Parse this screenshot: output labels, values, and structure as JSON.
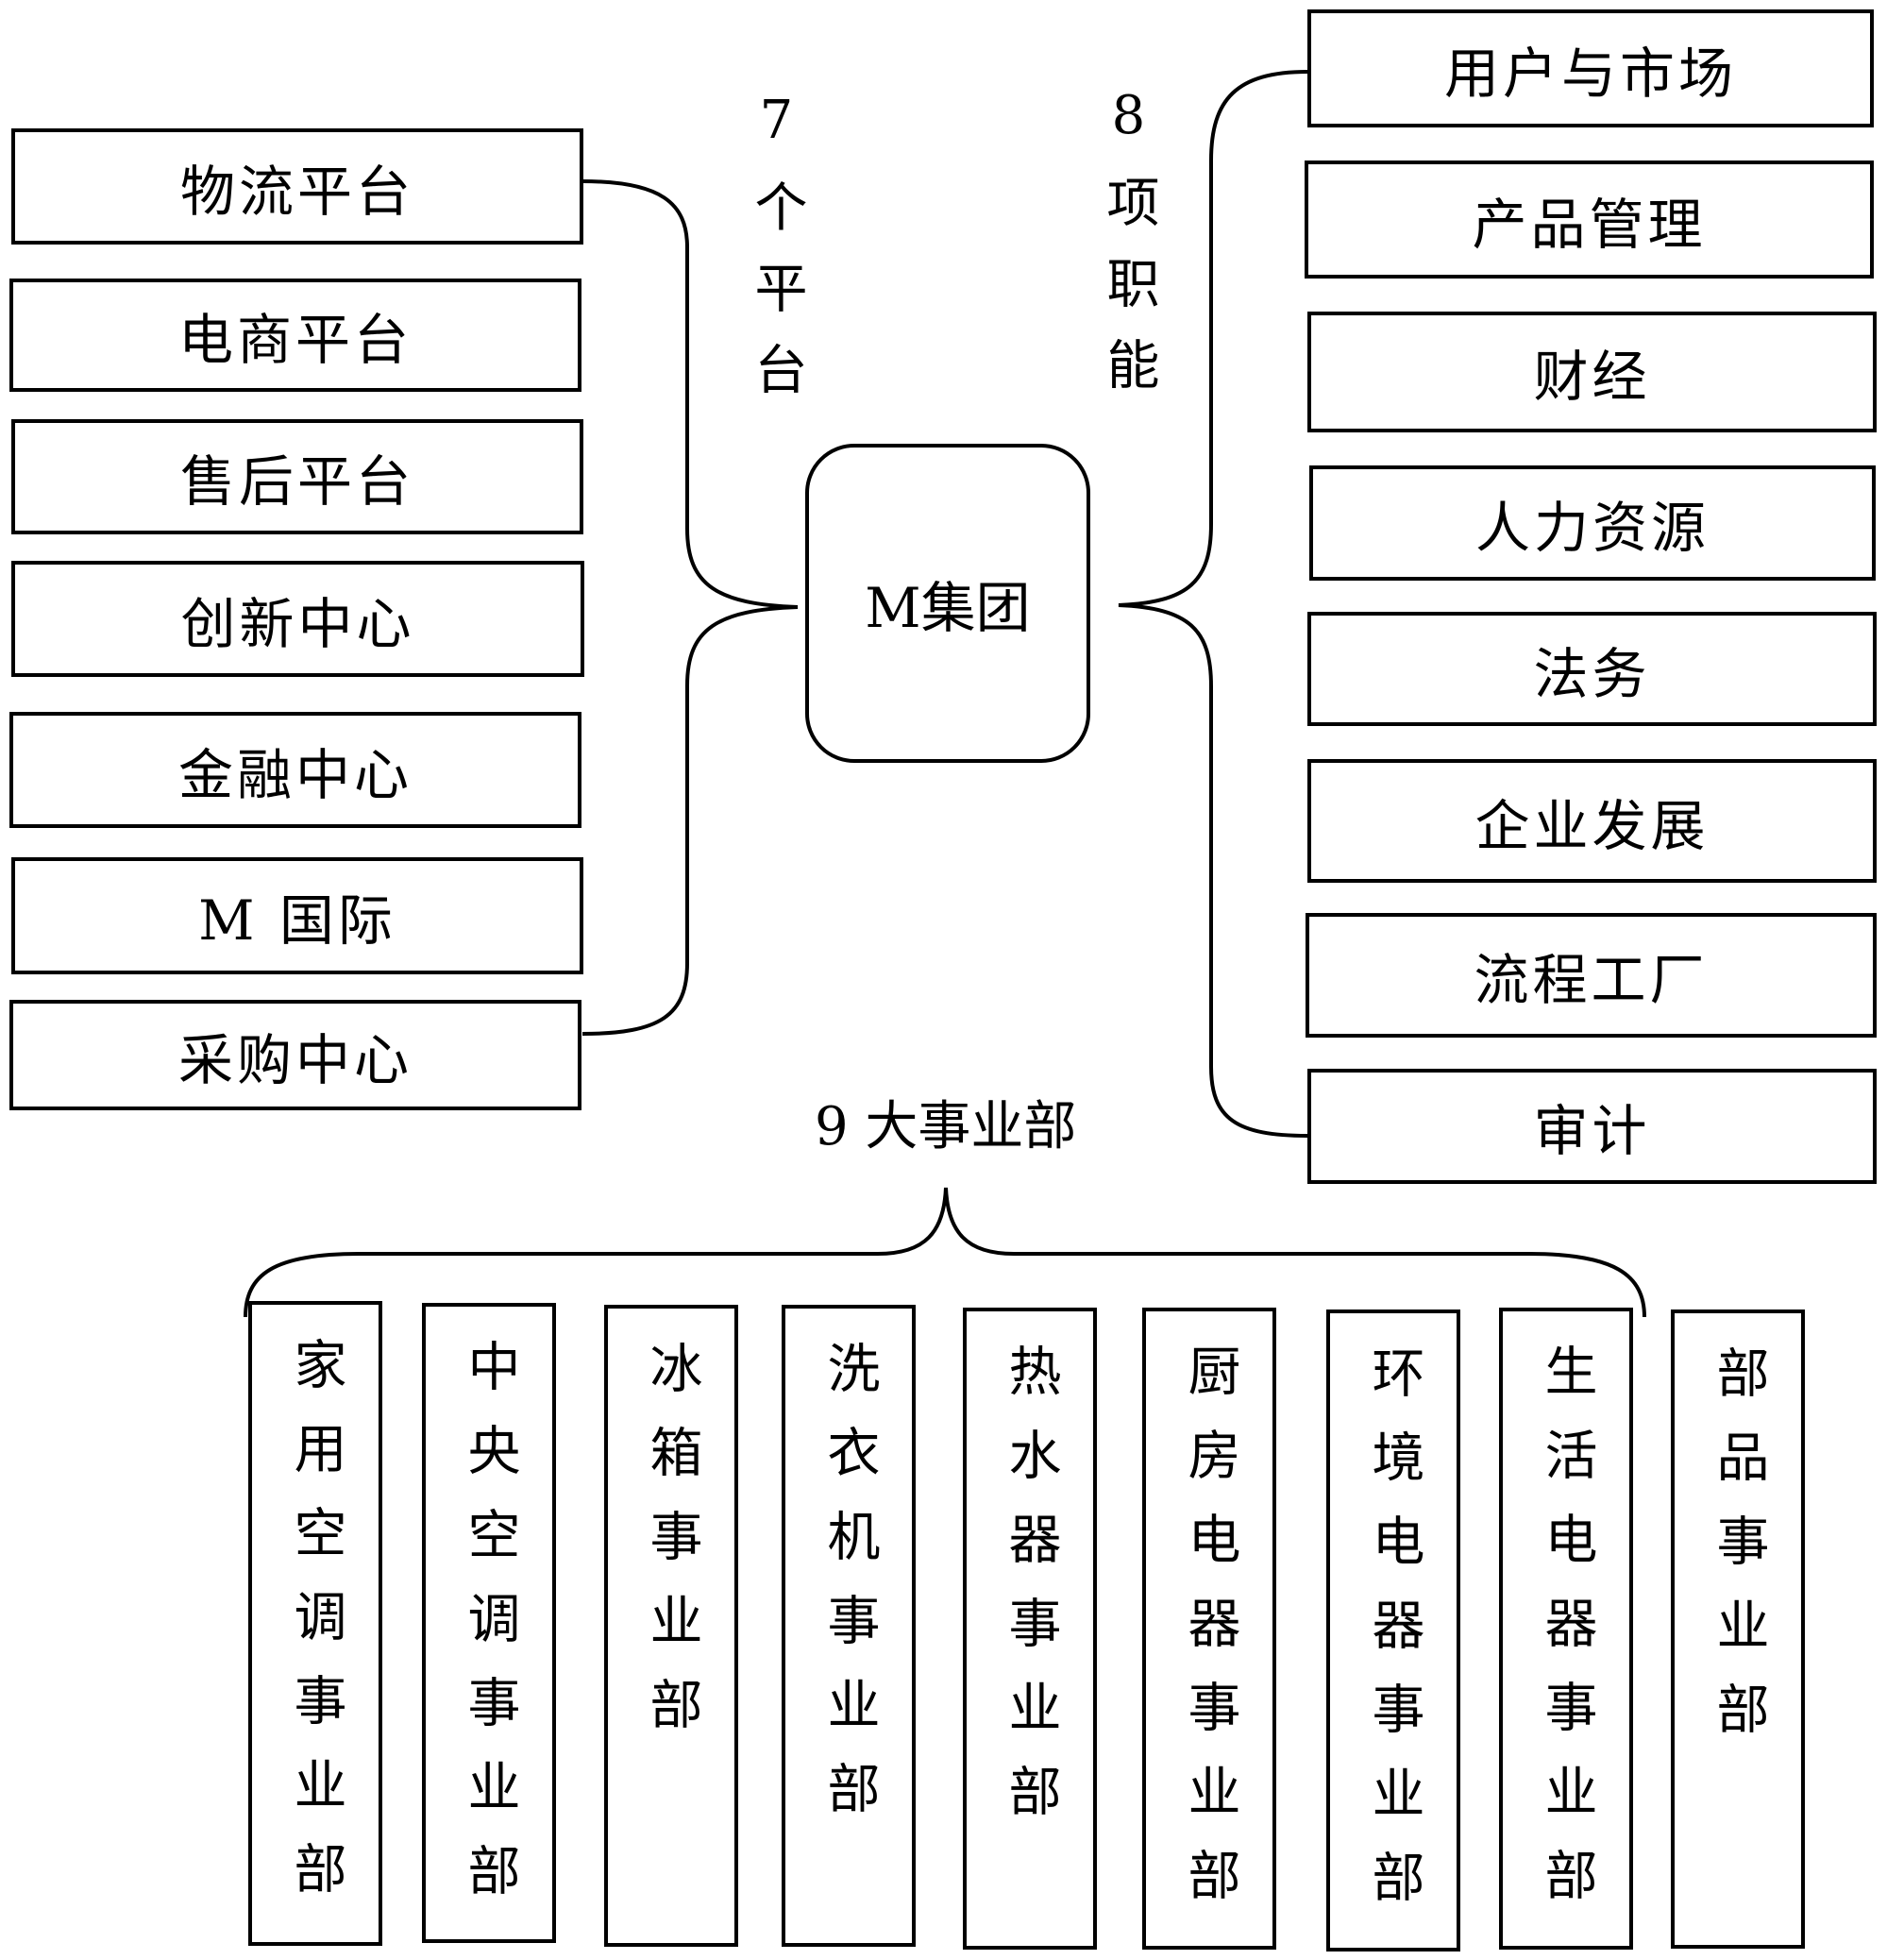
{
  "center": {
    "label": "M集团"
  },
  "platforms": {
    "heading": "7个平台",
    "items": [
      "物流平台",
      "电商平台",
      "售后平台",
      "创新中心",
      "金融中心",
      "M 国际",
      "采购中心"
    ]
  },
  "functions": {
    "heading": "8项职能",
    "items": [
      "用户与市场",
      "产品管理",
      "财经",
      "人力资源",
      "法务",
      "企业发展",
      "流程工厂",
      "审计"
    ]
  },
  "divisions": {
    "heading": "9 大事业部",
    "items": [
      "家用空调事业部",
      "中央空调事业部",
      "冰箱事业部",
      "洗衣机事业部",
      "热水器事业部",
      "厨房电器事业部",
      "环境电器事业部",
      "生活电器事业部",
      "部品事业部"
    ]
  }
}
